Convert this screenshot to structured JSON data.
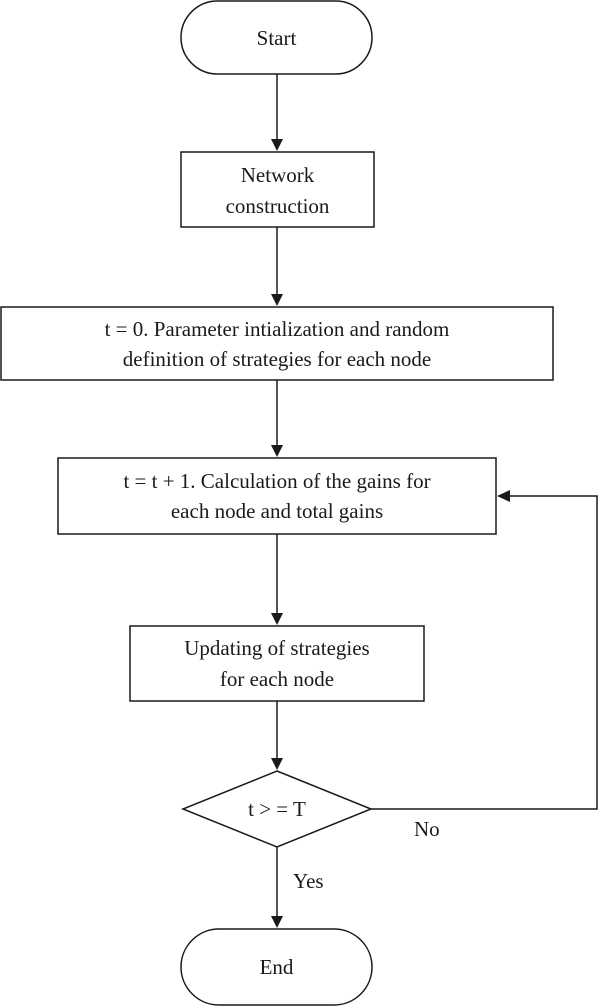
{
  "nodes": {
    "start": {
      "text": "Start"
    },
    "network": {
      "line1": "Network",
      "line2": "construction"
    },
    "init": {
      "line1": "t = 0. Parameter intialization and random",
      "line2": "definition of strategies for each node"
    },
    "gains": {
      "line1": "t = t + 1. Calculation of the gains for",
      "line2": "each node and total gains"
    },
    "update": {
      "line1": "Updating of strategies",
      "line2": "for each node"
    },
    "decision": {
      "text": "t > = T"
    },
    "end": {
      "text": "End"
    }
  },
  "edges": {
    "no_label": "No",
    "yes_label": "Yes"
  },
  "colors": {
    "stroke": "#1a1a1a",
    "background": "#ffffff"
  }
}
